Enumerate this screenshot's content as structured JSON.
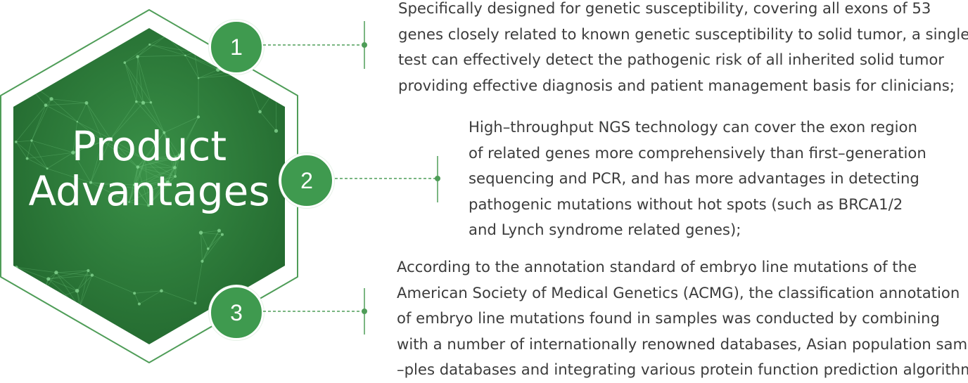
{
  "heading": {
    "line1": "Product",
    "line2": "Advantages"
  },
  "colors": {
    "accent": "#3f9a4f",
    "hex_fill": "#2f7f3e",
    "text": "#3c3c3c"
  },
  "items": [
    {
      "number": "1",
      "lines": [
        "Specifically designed for genetic susceptibility, covering all exons of 53",
        "genes closely related to known genetic susceptibility to solid tumor, a single",
        "test can effectively detect the pathogenic risk of all inherited solid tumor",
        "providing effective diagnosis and patient management basis for clinicians;"
      ]
    },
    {
      "number": "2",
      "lines": [
        "High–throughput NGS technology can cover the exon region",
        "of related genes more comprehensively than first–generation",
        "sequencing and PCR, and has more advantages in detecting",
        "pathogenic mutations without hot spots (such as BRCA1/2",
        "and Lynch syndrome related genes);"
      ]
    },
    {
      "number": "3",
      "lines": [
        " According to the annotation standard of embryo line mutations of the",
        "American Society of Medical Genetics (ACMG), the classification annotation",
        "of embryo line mutations found in samples was conducted by combining",
        "with a number of internationally renowned databases, Asian population sam",
        "–ples databases and integrating various protein function prediction algorithms."
      ]
    }
  ]
}
